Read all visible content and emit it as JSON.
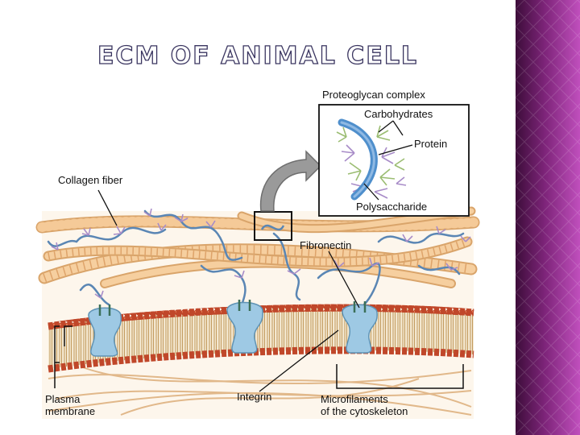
{
  "slide": {
    "title": "ECM OF ANIMAL CELL"
  },
  "diagram": {
    "labels": {
      "proteoglycan_complex": "Proteoglycan complex",
      "carbohydrates": "Carbohydrates",
      "protein": "Protein",
      "polysaccharide": "Polysaccharide",
      "collagen_fiber": "Collagen fiber",
      "fibronectin": "Fibronectin",
      "plasma_membrane_line1": "Plasma",
      "plasma_membrane_line2": "membrane",
      "integrin": "Integrin",
      "microfilaments_line1": "Microfilaments",
      "microfilaments_line2": "of the cytoskeleton"
    }
  },
  "colors": {
    "sidebar_dark": "#3d0d3a",
    "sidebar_light": "#c04fbd",
    "collagen": "#f2c48f",
    "membrane_head": "#c0472a",
    "integrin": "#9ec9e4",
    "proteoglycan": "#4f8fcc",
    "carbohydrate_green": "#9bbd72",
    "carbohydrate_purple": "#a88cc8",
    "title_outline": "#3a3560"
  }
}
